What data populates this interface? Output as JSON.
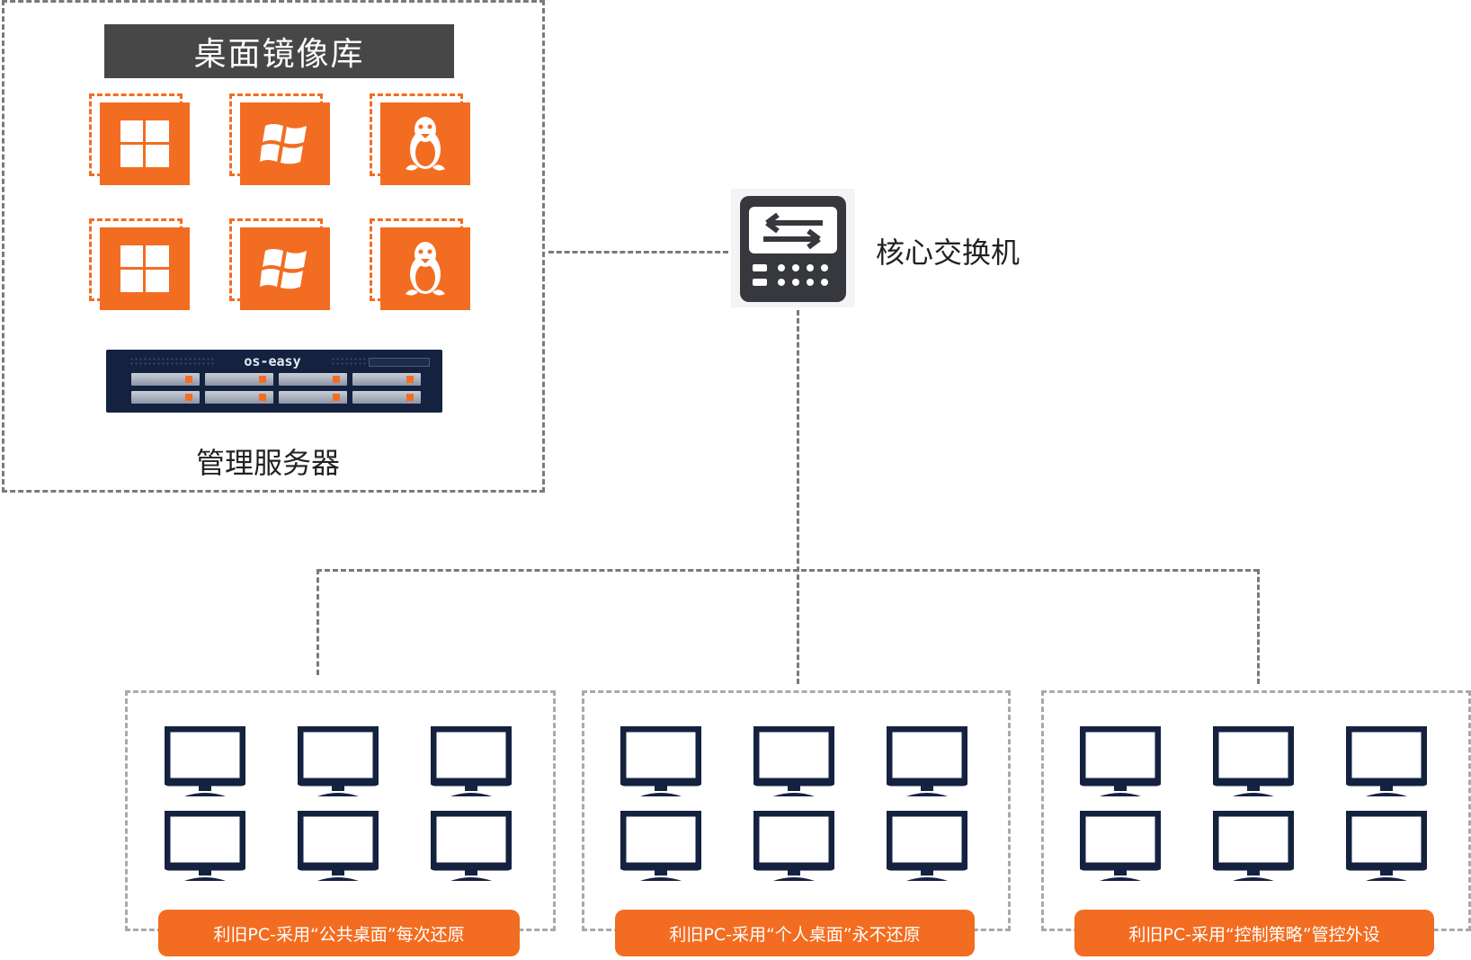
{
  "image_library": {
    "title": "桌面镜像库",
    "tiles": [
      {
        "icon": "windows-10-icon"
      },
      {
        "icon": "windows-xp-icon"
      },
      {
        "icon": "linux-tux-icon"
      },
      {
        "icon": "windows-10-icon"
      },
      {
        "icon": "windows-xp-icon"
      },
      {
        "icon": "linux-tux-icon"
      }
    ]
  },
  "server": {
    "brand": "os-easy",
    "label": "管理服务器"
  },
  "switch": {
    "icon": "network-switch-icon",
    "label": "核心交换机"
  },
  "groups": [
    {
      "caption": "利旧PC-采用“公共桌面”每次还原",
      "monitor_count": 6
    },
    {
      "caption": "利旧PC-采用“个人桌面”永不还原",
      "monitor_count": 6
    },
    {
      "caption": "利旧PC-采用“控制策略”管控外设",
      "monitor_count": 6
    }
  ],
  "colors": {
    "accent": "#f26d21",
    "header": "#474747",
    "monitor": "#142240",
    "server": "#142240",
    "switch": "#36383d"
  }
}
